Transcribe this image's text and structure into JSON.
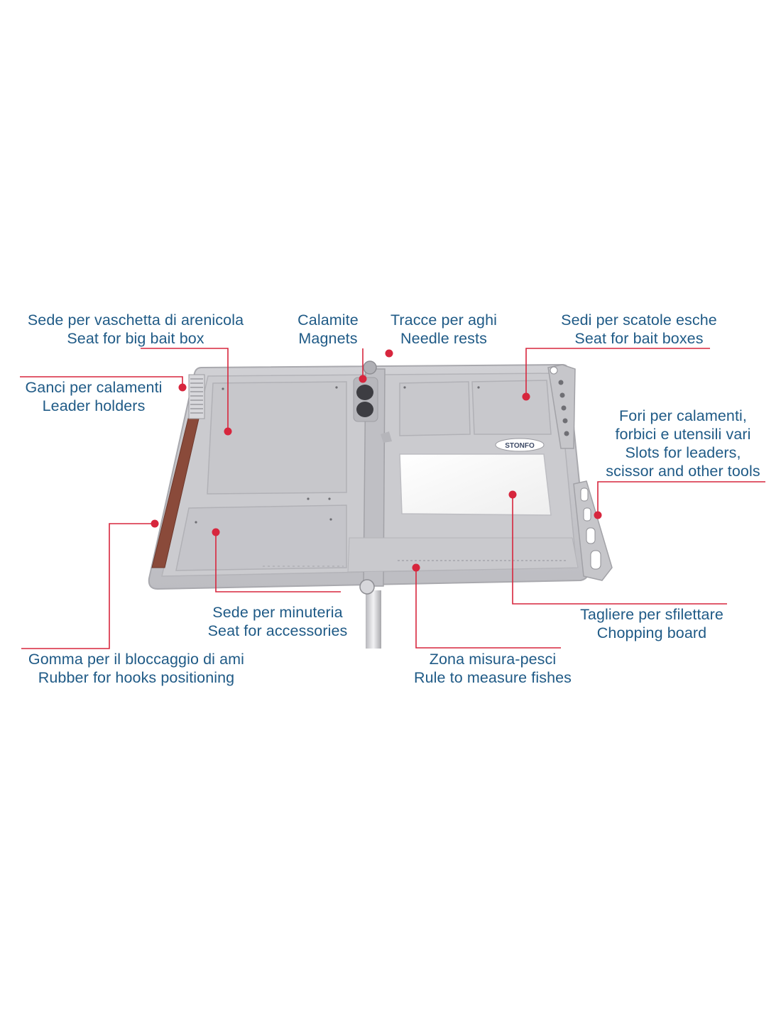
{
  "colors": {
    "label_text": "#1f5a86",
    "leader_line": "#d7263d",
    "tray_body": "#c9c9cd",
    "tray_edge": "#a9a9ae",
    "rubber": "#8a4a3a"
  },
  "brand_logo_text": "STONFO",
  "labels": {
    "big_bait_box": {
      "it": "Sede per vaschetta di arenicola",
      "en": "Seat for big bait box"
    },
    "magnets": {
      "it": "Calamite",
      "en": "Magnets"
    },
    "needle_rests": {
      "it": "Tracce per aghi",
      "en": "Needle rests"
    },
    "bait_boxes": {
      "it": "Sedi per scatole esche",
      "en": "Seat for bait boxes"
    },
    "leader_holders": {
      "it": "Ganci per calamenti",
      "en": "Leader holders"
    },
    "slots": {
      "it1": "Fori per calamenti,",
      "it2": "forbici e utensili vari",
      "en1": "Slots for leaders,",
      "en2": "scissor and other tools"
    },
    "accessories": {
      "it": "Sede per minuteria",
      "en": "Seat for  accessories"
    },
    "chopping_board": {
      "it": "Tagliere per sfilettare",
      "en": "Chopping board"
    },
    "rubber": {
      "it": "Gomma per il bloccaggio di ami",
      "en": "Rubber for hooks positioning"
    },
    "ruler": {
      "it": "Zona misura-pesci",
      "en": "Rule to measure fishes"
    }
  }
}
